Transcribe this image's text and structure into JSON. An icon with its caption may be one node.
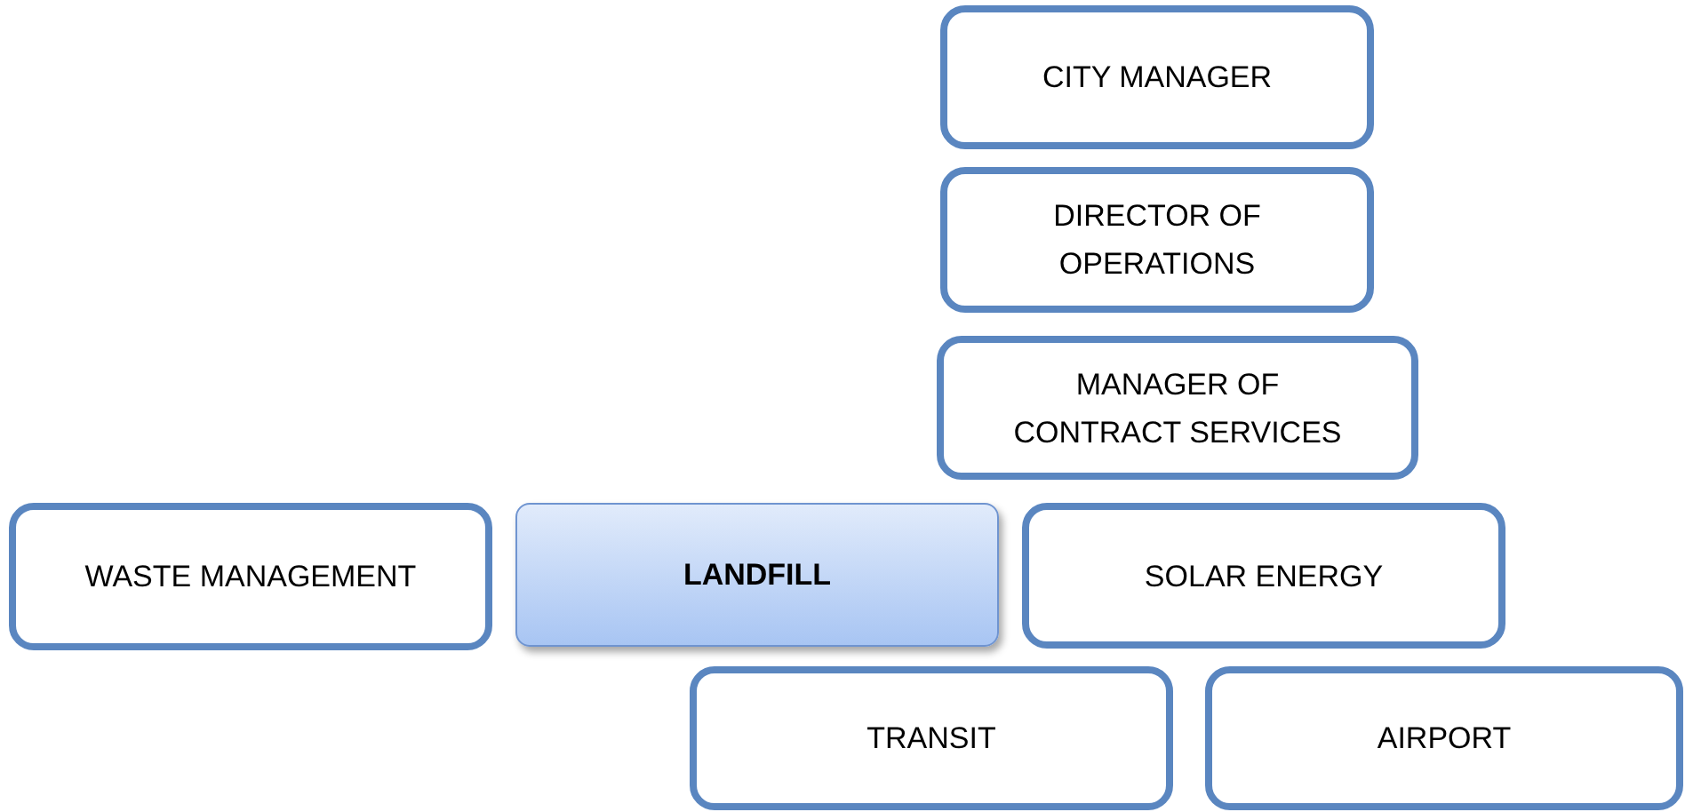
{
  "diagram": {
    "nodes": [
      {
        "text": [
          "CITY MANAGER"
        ]
      },
      {
        "text": [
          "DIRECTOR OF OPERATIONS"
        ]
      },
      {
        "text": [
          "MANAGER OF CONTRACT SERVICES"
        ]
      },
      {
        "text": [
          "WASTE MANAGEMENT"
        ]
      },
      {
        "text": [
          "LANDFILL"
        ]
      },
      {
        "text": [
          "SOLAR ENERGY"
        ]
      },
      {
        "text": [
          "TRANSIT"
        ]
      },
      {
        "text": [
          "AIRPORT"
        ]
      }
    ]
  }
}
